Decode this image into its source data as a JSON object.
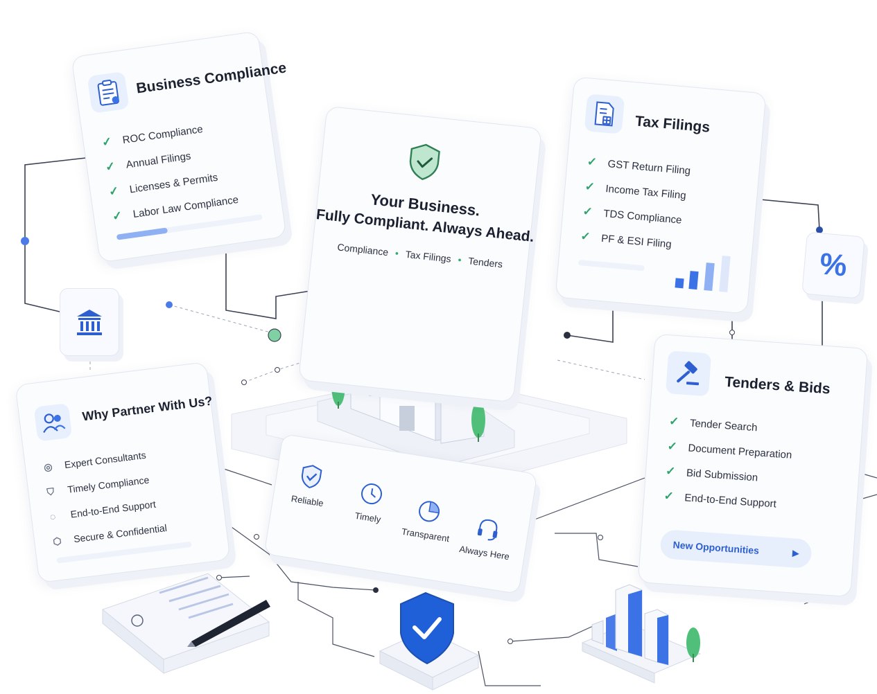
{
  "business_compliance": {
    "title": "Business Compliance",
    "icon": "clipboard-icon",
    "items": [
      "ROC Compliance",
      "Annual Filings",
      "Licenses & Permits",
      "Labor Law Compliance"
    ],
    "progress": 0.35
  },
  "tax_filings": {
    "title": "Tax Filings",
    "icon": "calculator-document-icon",
    "items": [
      "GST Return Filing",
      "Income Tax Filing",
      "TDS Compliance",
      "PF & ESI Filing"
    ]
  },
  "tenders_bids": {
    "title": "Tenders & Bids",
    "icon": "gavel-icon",
    "items": [
      "Tender Search",
      "Document Preparation",
      "Bid Submission",
      "End-to-End Support"
    ],
    "cta_label": "New Opportunities"
  },
  "why_partner": {
    "title": "Why Partner With Us?",
    "icon": "people-icon",
    "items": [
      {
        "label": "Expert Consultants",
        "icon": "expert-icon"
      },
      {
        "label": "Timely Compliance",
        "icon": "shield-check-icon"
      },
      {
        "label": "End-to-End Support",
        "icon": "support-icon"
      },
      {
        "label": "Secure & Confidential",
        "icon": "lock-shield-icon"
      }
    ]
  },
  "hero": {
    "headline_line1": "Your Business.",
    "headline_line2": "Fully Compliant. Always Ahead.",
    "tags": [
      "Compliance",
      "Tax Filings",
      "Tenders"
    ]
  },
  "values": [
    {
      "label": "Reliable",
      "icon": "shield-icon"
    },
    {
      "label": "Timely",
      "icon": "clock-icon"
    },
    {
      "label": "Transparent",
      "icon": "pie-chart-icon"
    },
    {
      "label": "Always Here",
      "icon": "headset-icon"
    }
  ],
  "badges": {
    "bank": "bank-icon",
    "percent_symbol": "%"
  },
  "colors": {
    "accent_blue": "#3b72e6",
    "check_green": "#2fa36b",
    "tree_green": "#4fbf7a"
  }
}
